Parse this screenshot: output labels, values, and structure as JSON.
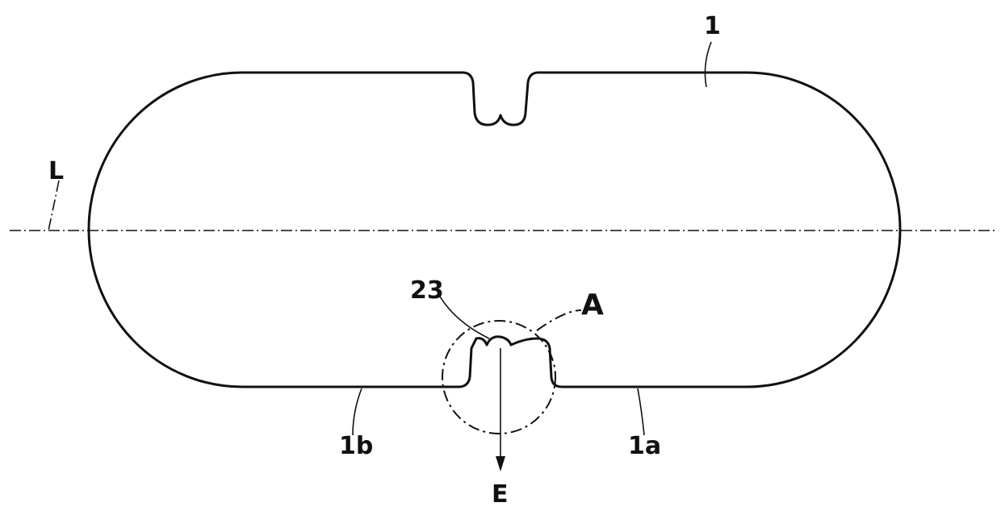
{
  "labels": {
    "part": "1",
    "axis": "L",
    "side_a": "1a",
    "side_b": "1b",
    "notch": "23",
    "detail": "A",
    "direction": "E"
  }
}
